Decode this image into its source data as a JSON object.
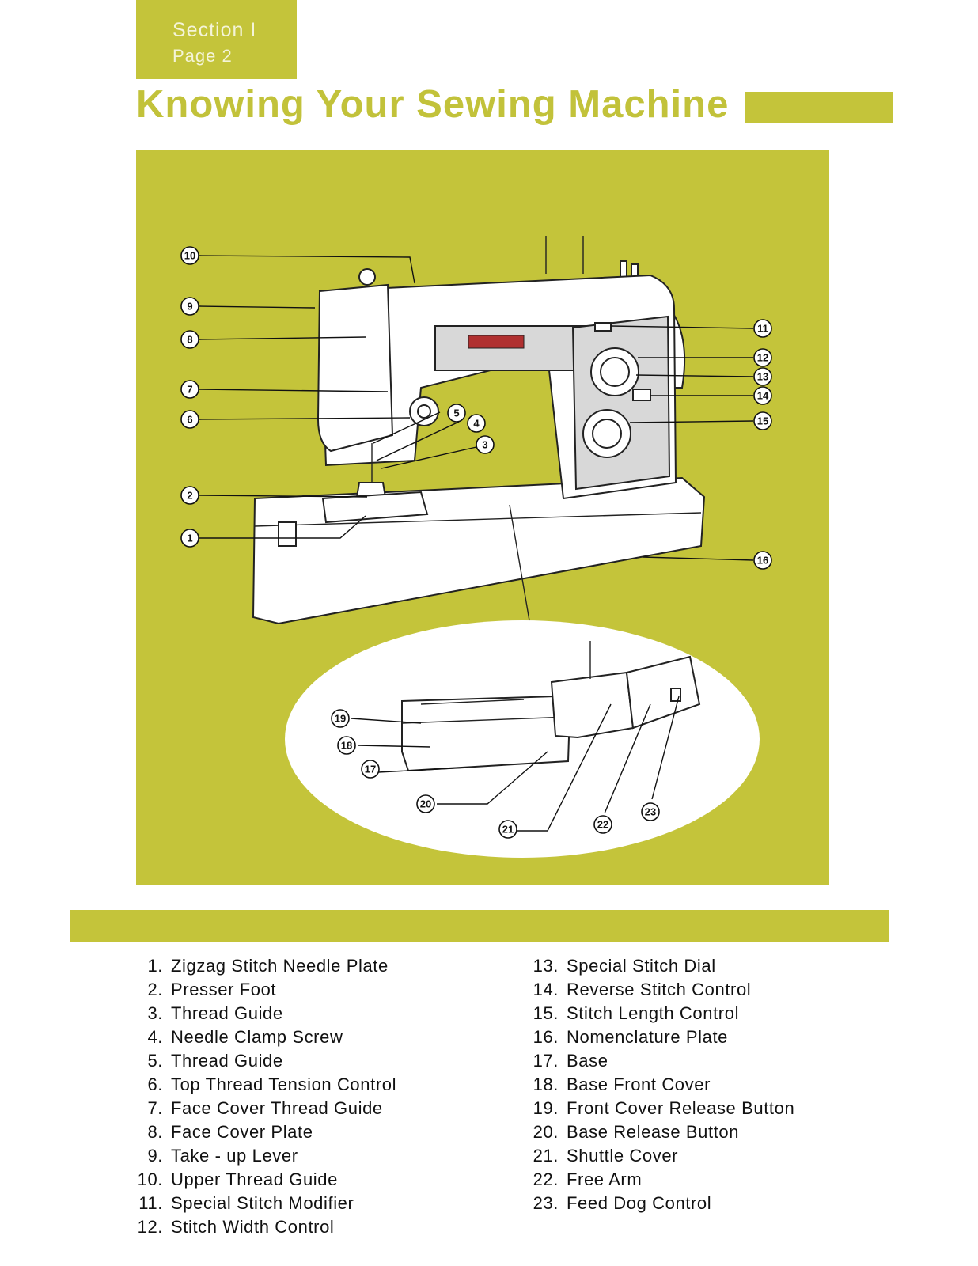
{
  "header": {
    "section_label": "Section I",
    "page_label": "Page 2",
    "title": "Knowing Your Sewing Machine"
  },
  "colors": {
    "accent": "#c4c43a",
    "title_text": "#c2c23a"
  },
  "figure": {
    "callouts": [
      "1",
      "2",
      "3",
      "4",
      "5",
      "6",
      "7",
      "8",
      "9",
      "10",
      "11",
      "12",
      "13",
      "14",
      "15",
      "16",
      "17",
      "18",
      "19",
      "20",
      "21",
      "22",
      "23"
    ]
  },
  "parts": [
    {
      "num": "1.",
      "label": "Zigzag Stitch Needle Plate"
    },
    {
      "num": "2.",
      "label": "Presser Foot"
    },
    {
      "num": "3.",
      "label": "Thread Guide"
    },
    {
      "num": "4.",
      "label": "Needle Clamp Screw"
    },
    {
      "num": "5.",
      "label": "Thread Guide"
    },
    {
      "num": "6.",
      "label": "Top Thread Tension Control"
    },
    {
      "num": "7.",
      "label": "Face Cover Thread Guide"
    },
    {
      "num": "8.",
      "label": "Face Cover Plate"
    },
    {
      "num": "9.",
      "label": "Take - up Lever"
    },
    {
      "num": "10.",
      "label": "Upper Thread Guide"
    },
    {
      "num": "11.",
      "label": "Special Stitch Modifier"
    },
    {
      "num": "12.",
      "label": "Stitch Width Control"
    },
    {
      "num": "13.",
      "label": "Special Stitch Dial"
    },
    {
      "num": "14.",
      "label": "Reverse Stitch Control"
    },
    {
      "num": "15.",
      "label": "Stitch Length Control"
    },
    {
      "num": "16.",
      "label": "Nomenclature Plate"
    },
    {
      "num": "17.",
      "label": "Base"
    },
    {
      "num": "18.",
      "label": "Base Front Cover"
    },
    {
      "num": "19.",
      "label": "Front Cover Release Button"
    },
    {
      "num": "20.",
      "label": "Base Release Button"
    },
    {
      "num": "21.",
      "label": "Shuttle Cover"
    },
    {
      "num": "22.",
      "label": "Free Arm"
    },
    {
      "num": "23.",
      "label": "Feed Dog Control"
    }
  ]
}
